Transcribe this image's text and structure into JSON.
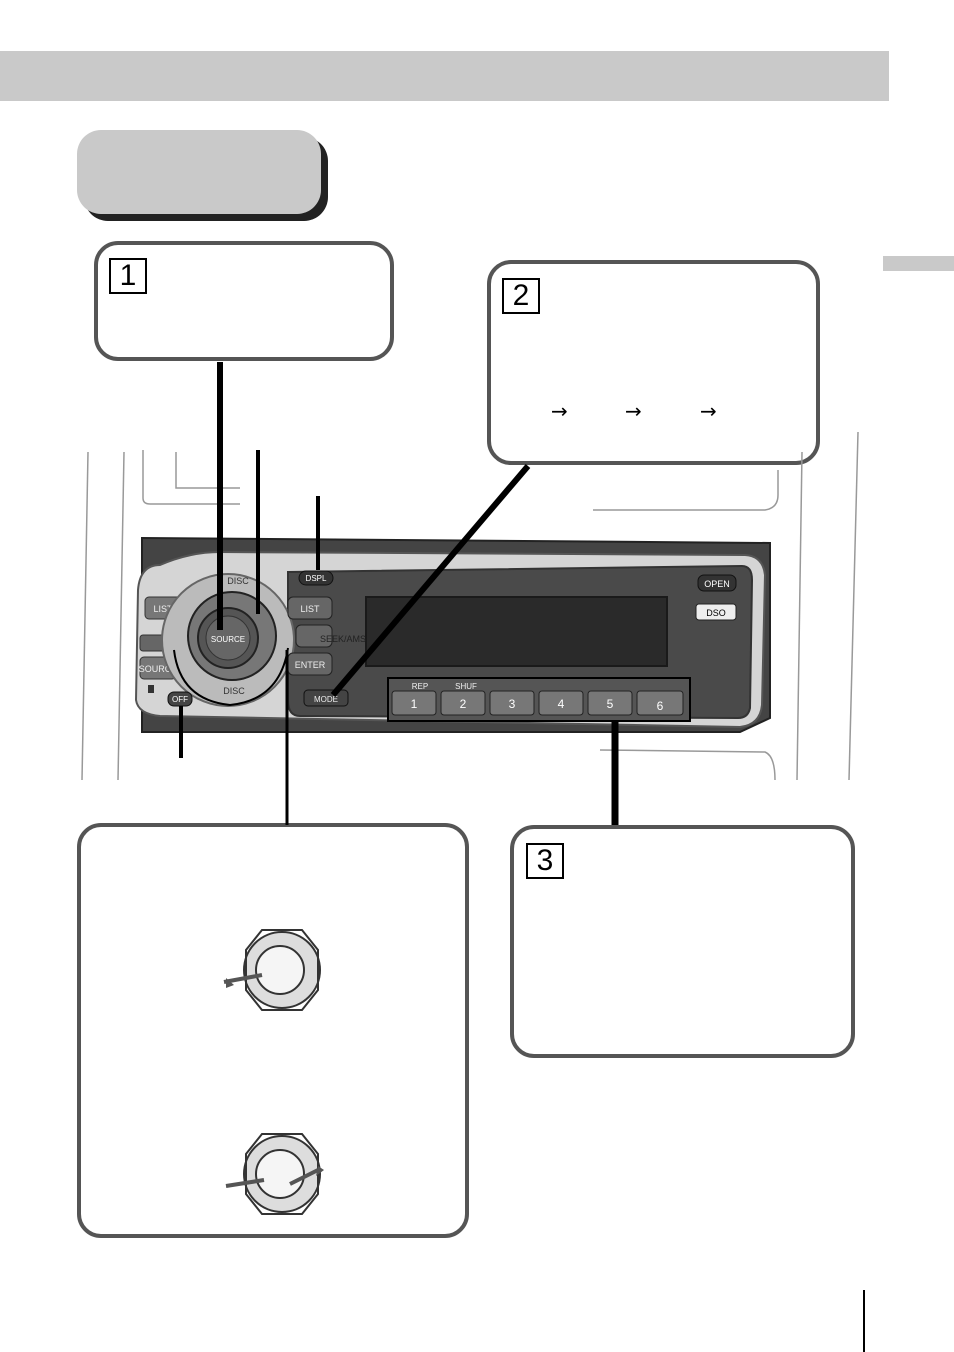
{
  "steps": {
    "one": "1",
    "two": "2",
    "three": "3"
  },
  "step2_arrows": [
    "→",
    "→",
    "→"
  ],
  "head_unit": {
    "dial_label": "SOURCE",
    "dial_ring_top": "DISC",
    "dial_ring_bottom": "DISC",
    "buttons": {
      "dspl": "DSPL",
      "list": "LIST",
      "seek": "SEEK/AMS",
      "enter": "ENTER",
      "mode": "MODE",
      "off": "OFF",
      "open": "OPEN",
      "dso": "DSO",
      "list_left": "LIST",
      "source_left": "SOURCE"
    },
    "preset_labels": {
      "rep": "REP",
      "shuf": "SHUF"
    },
    "presets": [
      "1",
      "2",
      "3",
      "4",
      "5",
      "6"
    ]
  },
  "colors": {
    "band": "#c9c9c9",
    "outline": "#555555",
    "ink": "#000000"
  },
  "icons": [
    "dial-push-left-icon",
    "dial-push-right-icon",
    "arrow-right-icon"
  ]
}
